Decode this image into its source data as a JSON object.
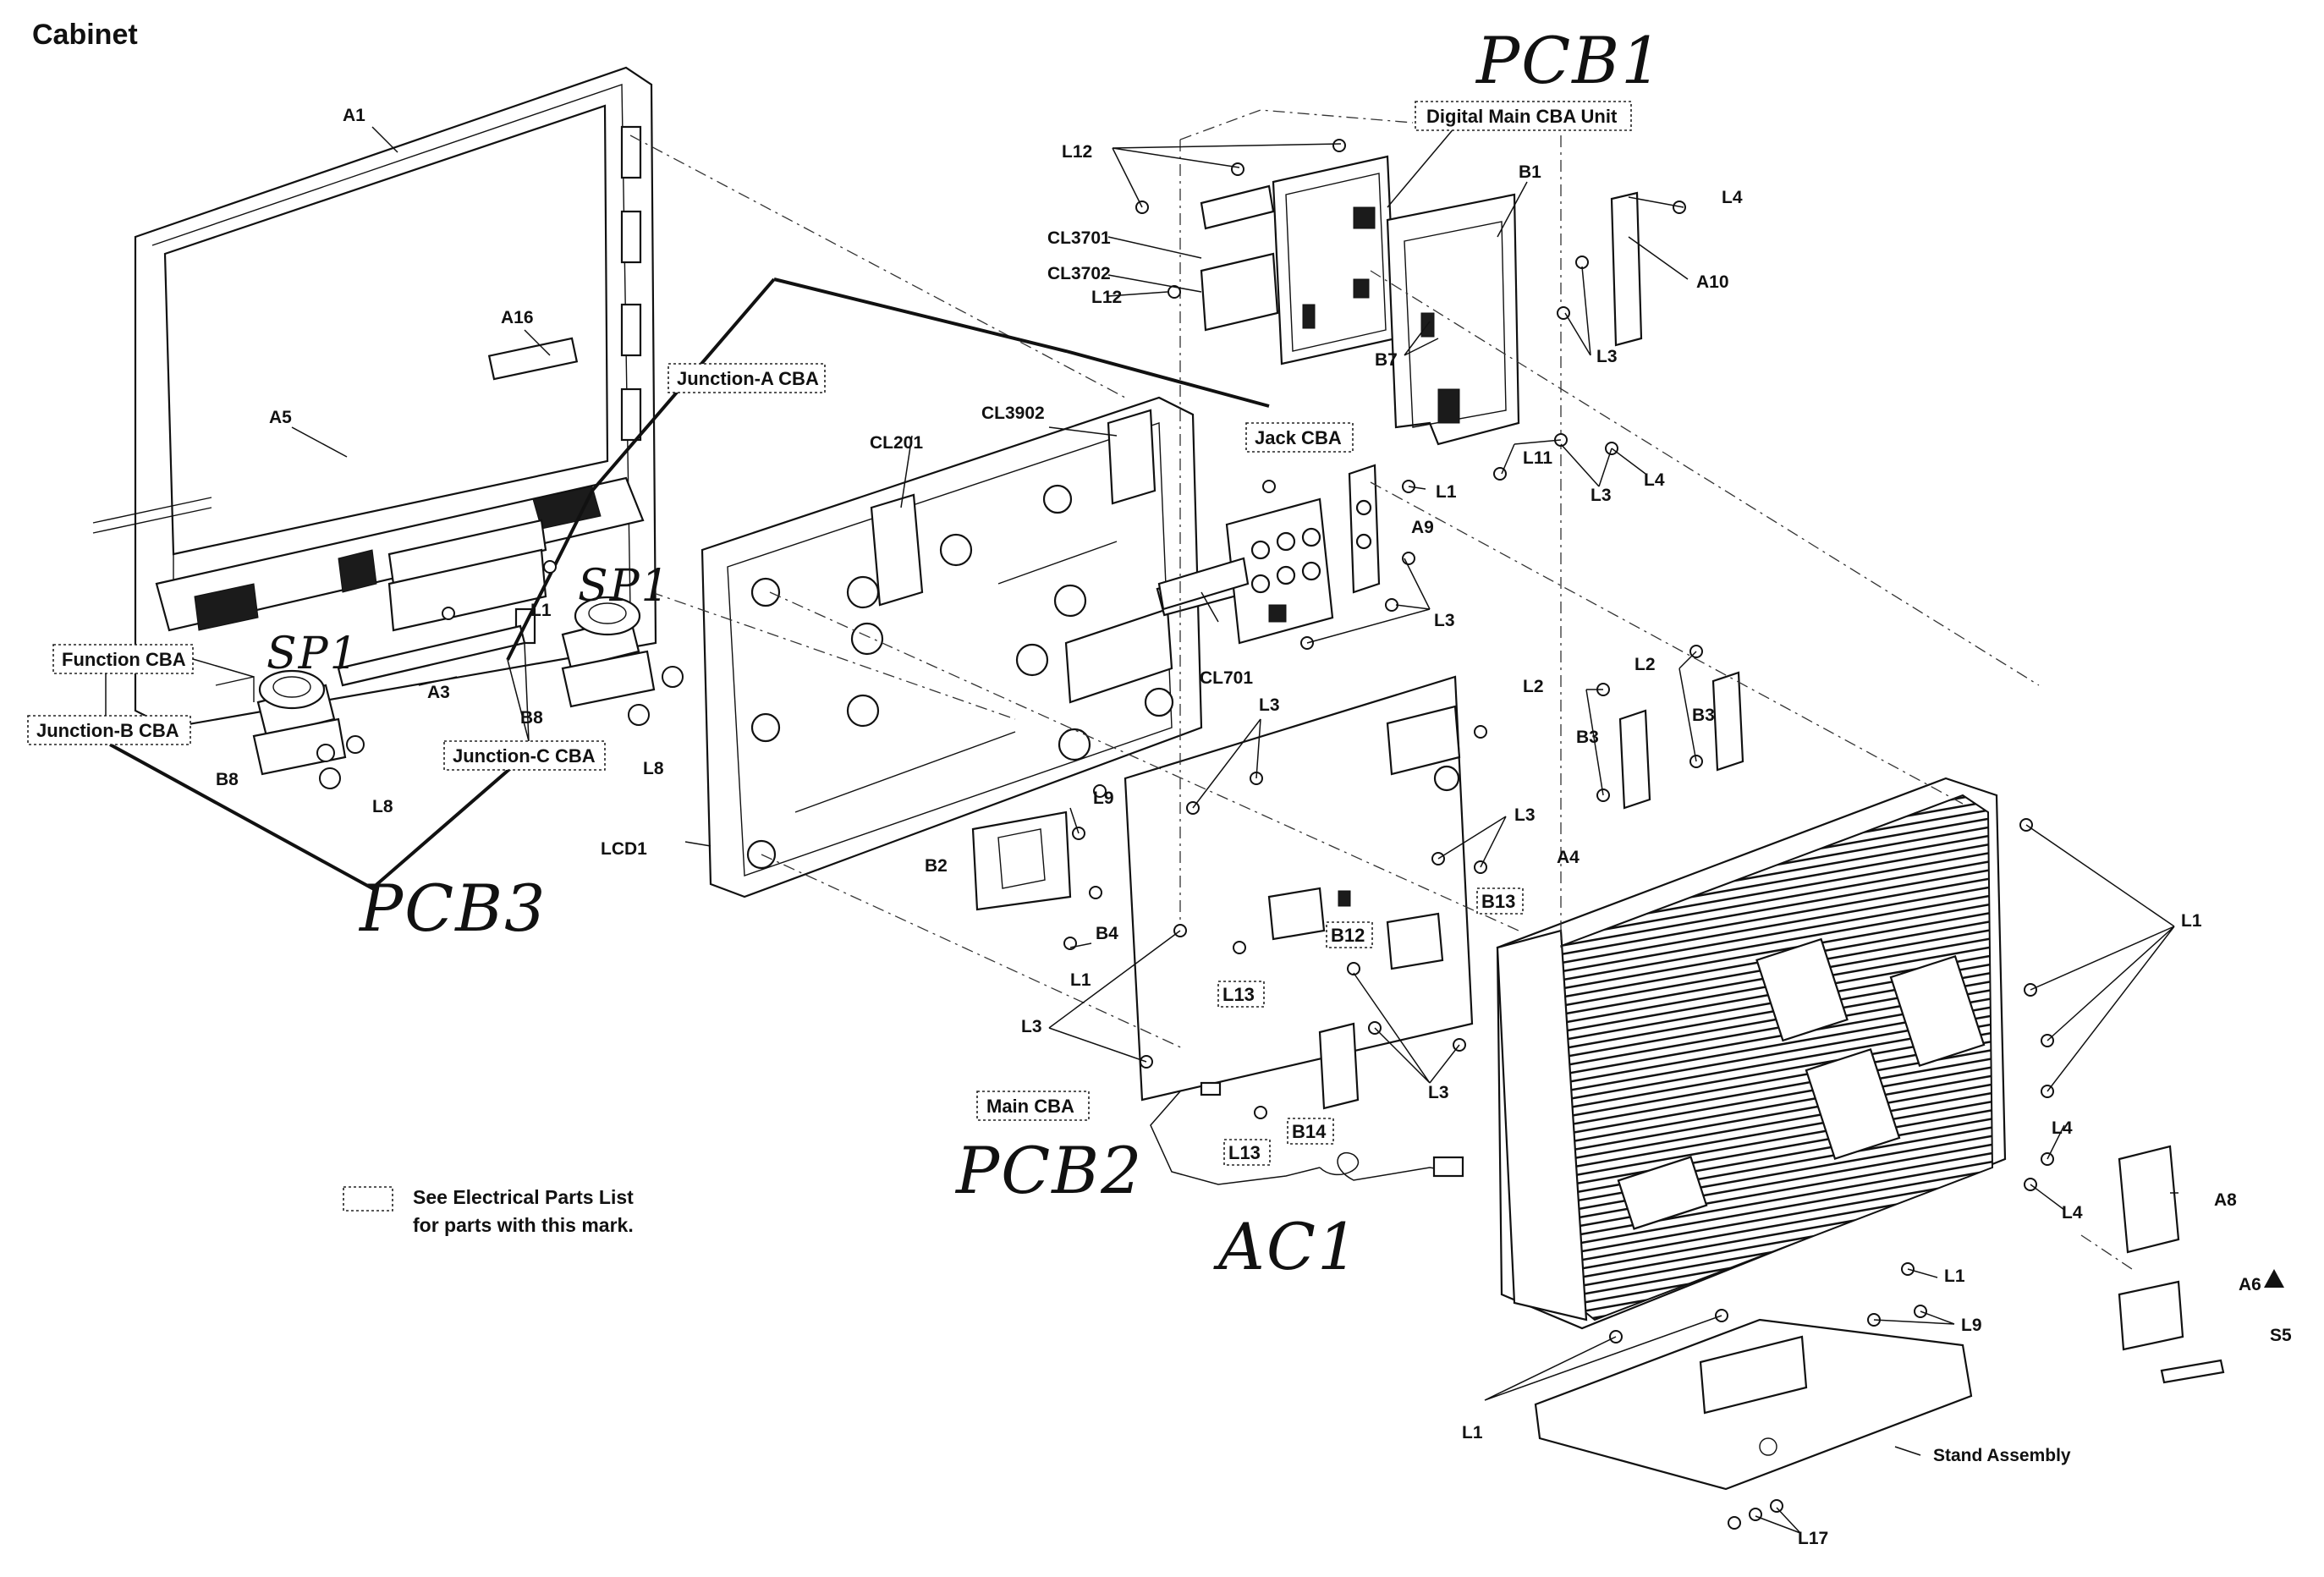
{
  "title": "Cabinet",
  "handwritten": {
    "pcb1": "PCB1",
    "pcb2": "PCB2",
    "pcb3": "PCB3",
    "ac1": "AC1",
    "sp1_left": "SP1",
    "sp1_right": "SP1"
  },
  "boxed_labels": {
    "digital_main_cba_unit": "Digital Main CBA Unit",
    "junction_a_cba": "Junction-A CBA",
    "jack_cba": "Jack CBA",
    "function_cba": "Function CBA",
    "junction_b_cba": "Junction-B CBA",
    "junction_c_cba": "Junction-C CBA",
    "main_cba": "Main CBA",
    "b12": "B12",
    "b13": "B13",
    "l13_a": "L13",
    "l13_b": "L13",
    "b14": "B14"
  },
  "labels": {
    "a1": "A1",
    "a16": "A16",
    "a5": "A5",
    "a3": "A3",
    "l1_front": "L1",
    "b8_left": "B8",
    "b8_right": "B8",
    "l8_left": "L8",
    "l8_right": "L8",
    "lcd1": "LCD1",
    "cl201": "CL201",
    "cl3902": "CL3902",
    "cl701": "CL701",
    "l12_top": "L12",
    "l12_mid": "L12",
    "cl3701": "CL3701",
    "cl3702": "CL3702",
    "b1": "B1",
    "b7": "B7",
    "l4_top": "L4",
    "a10": "A10",
    "l3_top": "L3",
    "l11": "L11",
    "l3_b": "L3",
    "l4_b": "L4",
    "l1_jack": "L1",
    "a9": "A9",
    "l3_jack": "L3",
    "l3_main_top": "L3",
    "l9_main": "L9",
    "b2": "B2",
    "b4": "B4",
    "l1_main": "L1",
    "l3_main_left": "L3",
    "l3_main_right": "L3",
    "l3_main_bottom": "L3",
    "l2_left": "L2",
    "l2_right": "L2",
    "b3_left": "B3",
    "b3_right": "B3",
    "a4": "A4",
    "l1_back": "L1",
    "l4_back_a": "L4",
    "l4_back_b": "L4",
    "a8": "A8",
    "a6": "A6",
    "s5": "S5",
    "l1_bottom_right": "L1",
    "l9_bottom": "L9",
    "l1_bottom_left": "L1",
    "stand_assembly": "Stand Assembly",
    "l17": "L17"
  },
  "legend": {
    "line1": "See Electrical Parts List",
    "line2": "for parts with this mark."
  }
}
